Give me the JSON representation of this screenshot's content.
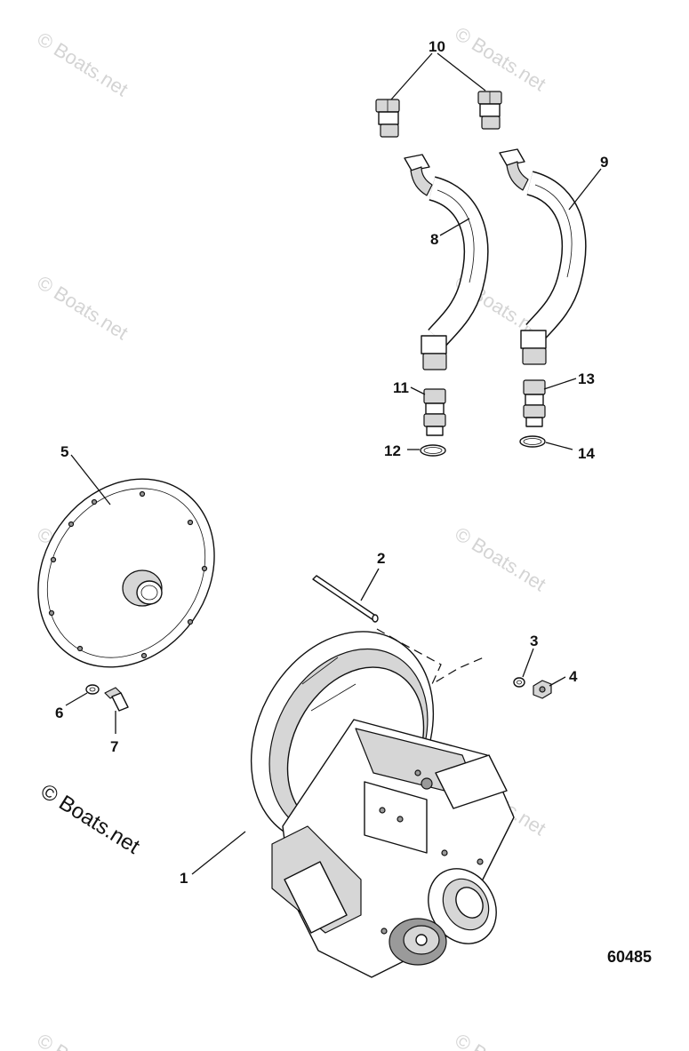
{
  "watermark_text": "© Boats.net",
  "figure_number": "60485",
  "callouts": {
    "c1": "1",
    "c2": "2",
    "c3": "3",
    "c4": "4",
    "c5": "5",
    "c6": "6",
    "c7": "7",
    "c8": "8",
    "c9": "9",
    "c10": "10",
    "c11": "11",
    "c12": "12",
    "c13": "13",
    "c14": "14"
  },
  "parts": [
    {
      "ref": "1",
      "name": "transmission-assembly"
    },
    {
      "ref": "2",
      "name": "dowel-pin"
    },
    {
      "ref": "3",
      "name": "washer"
    },
    {
      "ref": "4",
      "name": "nut"
    },
    {
      "ref": "5",
      "name": "drive-plate-cover"
    },
    {
      "ref": "6",
      "name": "washer"
    },
    {
      "ref": "7",
      "name": "bolt"
    },
    {
      "ref": "8",
      "name": "cooler-hose"
    },
    {
      "ref": "9",
      "name": "cooler-hose"
    },
    {
      "ref": "10",
      "name": "fitting"
    },
    {
      "ref": "11",
      "name": "fitting"
    },
    {
      "ref": "12",
      "name": "o-ring"
    },
    {
      "ref": "13",
      "name": "fitting"
    },
    {
      "ref": "14",
      "name": "o-ring"
    }
  ]
}
